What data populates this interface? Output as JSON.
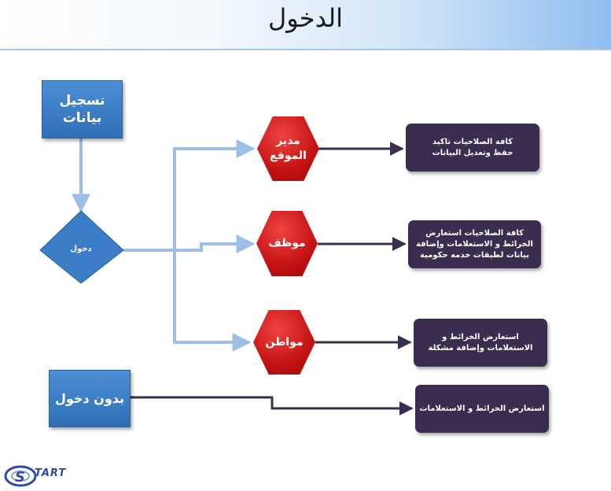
{
  "header": {
    "title": "الدخول"
  },
  "nodes": {
    "register": "تسجيل بيانات",
    "login": "دخول",
    "no_login": "بدون دخول",
    "site_manager": "مدير الموقع",
    "employee": "موظف",
    "citizen": "مواطن"
  },
  "outputs": {
    "manager_perms": "كافة الصلاحيات تاكيد حفظ وتعديل البيانات",
    "employee_perms": "كافة الصلاحيات استعارض الخرائط و الاستعلامات وإضافة بيانات لطبقات خدمه حكومية",
    "citizen_perms": "استعارض الخرائط و الاستعلامات وإضافة مشكلة",
    "guest_perms": "استعارض الخرائط و الاستعلامات"
  },
  "logo": {
    "text": "TART",
    "mark": "S"
  },
  "colors": {
    "blue": "#3b7dc6",
    "red": "#d11a1a",
    "purple": "#3a2d50",
    "connector": "#9cbfe6",
    "arrow": "#3a2d50"
  }
}
